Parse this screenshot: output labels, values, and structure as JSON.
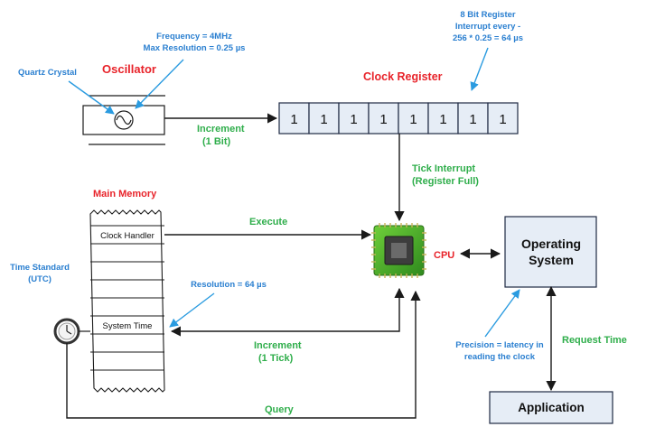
{
  "oscillator": {
    "title": "Oscillator"
  },
  "quartz": {
    "label": "Quartz Crystal"
  },
  "frequency": {
    "line1": "Frequency = 4MHz",
    "line2": "Max Resolution = 0.25 µs"
  },
  "clock_register": {
    "title": "Clock Register",
    "bits": [
      "1",
      "1",
      "1",
      "1",
      "1",
      "1",
      "1",
      "1"
    ],
    "note_line1": "8 Bit Register",
    "note_line2": "Interrupt every -",
    "note_line3": "256 * 0.25 = 64 µs"
  },
  "increment_bit": {
    "line1": "Increment",
    "line2": "(1 Bit)"
  },
  "tick_interrupt": {
    "line1": "Tick Interrupt",
    "line2": "(Register Full)"
  },
  "main_memory": {
    "title": "Main Memory",
    "clock_handler": "Clock Handler",
    "system_time": "System Time"
  },
  "execute": {
    "label": "Execute"
  },
  "cpu": {
    "label": "CPU"
  },
  "time_standard": {
    "line1": "Time Standard",
    "line2": "(UTC)"
  },
  "resolution": {
    "label": "Resolution = 64 µs"
  },
  "increment_tick": {
    "line1": "Increment",
    "line2": "(1 Tick)"
  },
  "operating_system": {
    "line1": "Operating",
    "line2": "System"
  },
  "precision": {
    "line1": "Precision = latency in",
    "line2": "reading the clock"
  },
  "request_time": {
    "label": "Request Time"
  },
  "application": {
    "label": "Application"
  },
  "query": {
    "label": "Query"
  }
}
